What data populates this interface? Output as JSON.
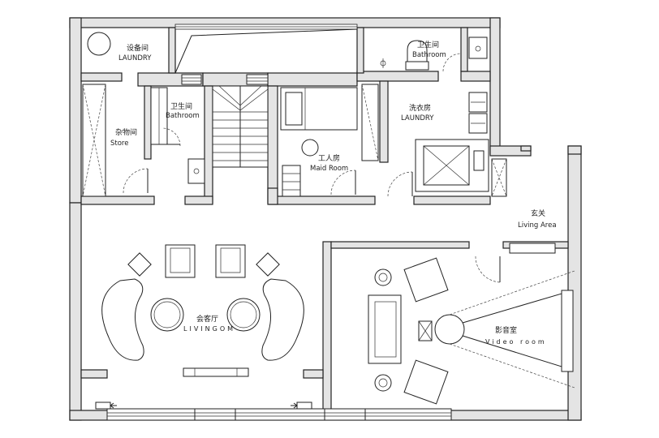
{
  "rooms": {
    "laundry_top": {
      "cn": "设备间",
      "en": "LAUNDRY"
    },
    "bath_top": {
      "cn": "卫生间",
      "en": "Bathroom"
    },
    "bath_mid": {
      "cn": "卫生间",
      "en": "Bathroom"
    },
    "store": {
      "cn": "杂物间",
      "en": "Store"
    },
    "laundry_right": {
      "cn": "洗衣房",
      "en": "LAUNDRY"
    },
    "maid": {
      "cn": "工人房",
      "en": "Maid Room"
    },
    "entrance": {
      "cn": "玄关",
      "en": "Living Area"
    },
    "living": {
      "cn": "会客厅",
      "en": "LIVINGOM"
    },
    "video": {
      "cn": "影音室",
      "en": "Video room"
    }
  },
  "colors": {
    "wall_fill": "#e4e4e4",
    "line": "#222222"
  }
}
